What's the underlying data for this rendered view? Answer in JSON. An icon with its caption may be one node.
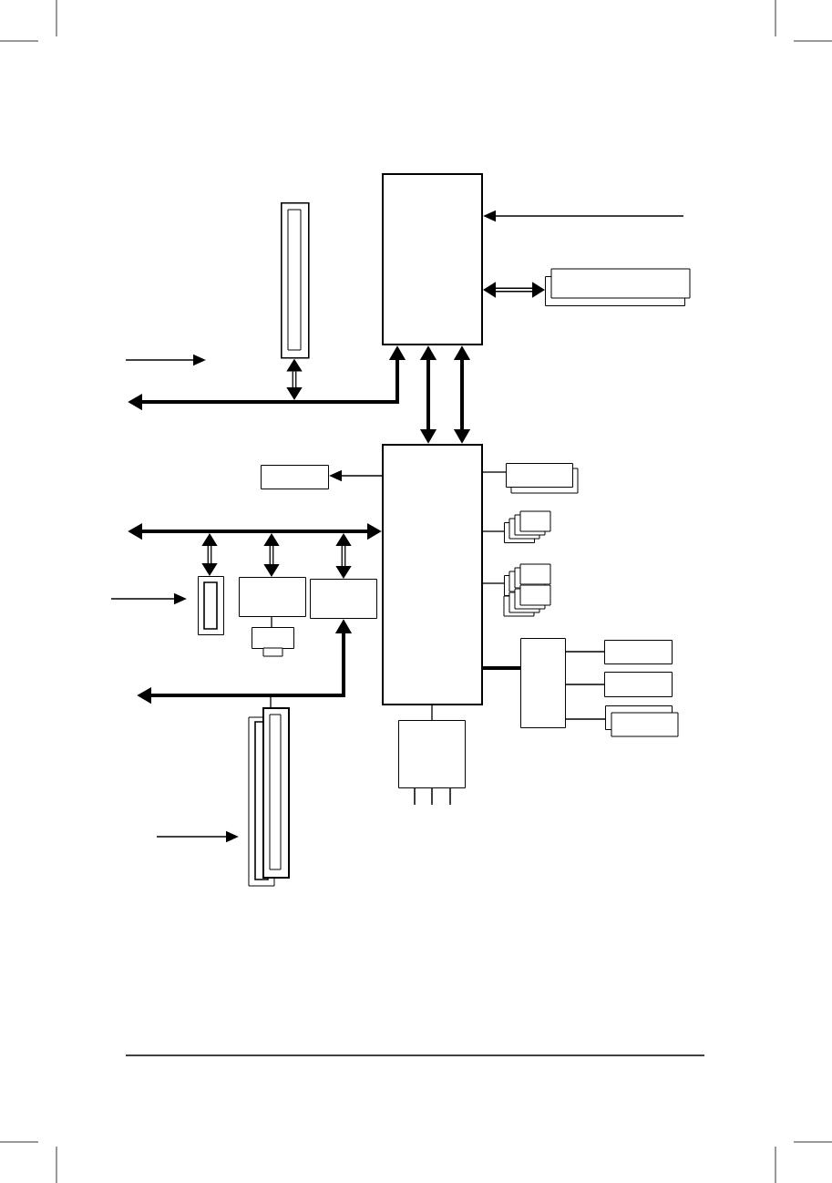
{
  "diagram": {
    "nodes": [
      {
        "text": [],
        "shape": "box"
      },
      {
        "text": [],
        "shape": "slot"
      },
      {
        "text": [],
        "shape": "box"
      },
      {
        "text": [],
        "shape": "box"
      },
      {
        "text": [],
        "shape": "box"
      },
      {
        "text": [],
        "shape": "box"
      },
      {
        "text": [],
        "shape": "box"
      },
      {
        "text": [],
        "shape": "box"
      },
      {
        "text": [],
        "shape": "box"
      },
      {
        "text": [],
        "shape": "box"
      },
      {
        "text": [],
        "shape": "box"
      },
      {
        "text": [],
        "shape": "box"
      },
      {
        "text": [],
        "shape": "slot"
      },
      {
        "text": [],
        "shape": "box"
      },
      {
        "text": [],
        "shape": "box"
      },
      {
        "text": [],
        "shape": "box"
      },
      {
        "text": [],
        "shape": "slot"
      },
      {
        "text": [],
        "shape": "box"
      }
    ],
    "edges": [
      {
        "from": null,
        "to": 0,
        "arrow": "to"
      },
      {
        "from": 0,
        "to": 2,
        "arrow": "both",
        "style": "thick"
      },
      {
        "from": 0,
        "to": null,
        "arrow": "both",
        "style": "thick"
      },
      {
        "from": 1,
        "to": null,
        "arrow": "both",
        "style": "thick"
      },
      {
        "from": 0,
        "to": 3,
        "arrow": "both",
        "style": "thick"
      },
      {
        "from": 0,
        "to": 3,
        "arrow": "both",
        "style": "thick"
      },
      {
        "from": 3,
        "to": 4,
        "arrow": "to"
      },
      {
        "from": 3,
        "to": null,
        "arrow": "both",
        "style": "thick"
      },
      {
        "from": null,
        "to": 12,
        "arrow": "both",
        "style": "thick"
      },
      {
        "from": null,
        "to": 13,
        "arrow": "both",
        "style": "thick"
      },
      {
        "from": null,
        "to": 15,
        "arrow": "both",
        "style": "thick"
      },
      {
        "from": null,
        "to": 12,
        "arrow": "to"
      },
      {
        "from": 13,
        "to": 14,
        "arrow": "none"
      },
      {
        "from": 15,
        "to": null,
        "arrow": "both",
        "style": "thick"
      },
      {
        "from": 16,
        "to": null,
        "arrow": "none"
      },
      {
        "from": null,
        "to": 16,
        "arrow": "to"
      },
      {
        "from": 3,
        "to": 5,
        "arrow": "none"
      },
      {
        "from": 3,
        "to": 6,
        "arrow": "none"
      },
      {
        "from": 3,
        "to": 7,
        "arrow": "none"
      },
      {
        "from": 3,
        "to": 8,
        "arrow": "none",
        "style": "thick"
      },
      {
        "from": 8,
        "to": 9,
        "arrow": "none"
      },
      {
        "from": 8,
        "to": 10,
        "arrow": "none"
      },
      {
        "from": 8,
        "to": 11,
        "arrow": "none"
      },
      {
        "from": 3,
        "to": 17,
        "arrow": "none"
      }
    ]
  }
}
